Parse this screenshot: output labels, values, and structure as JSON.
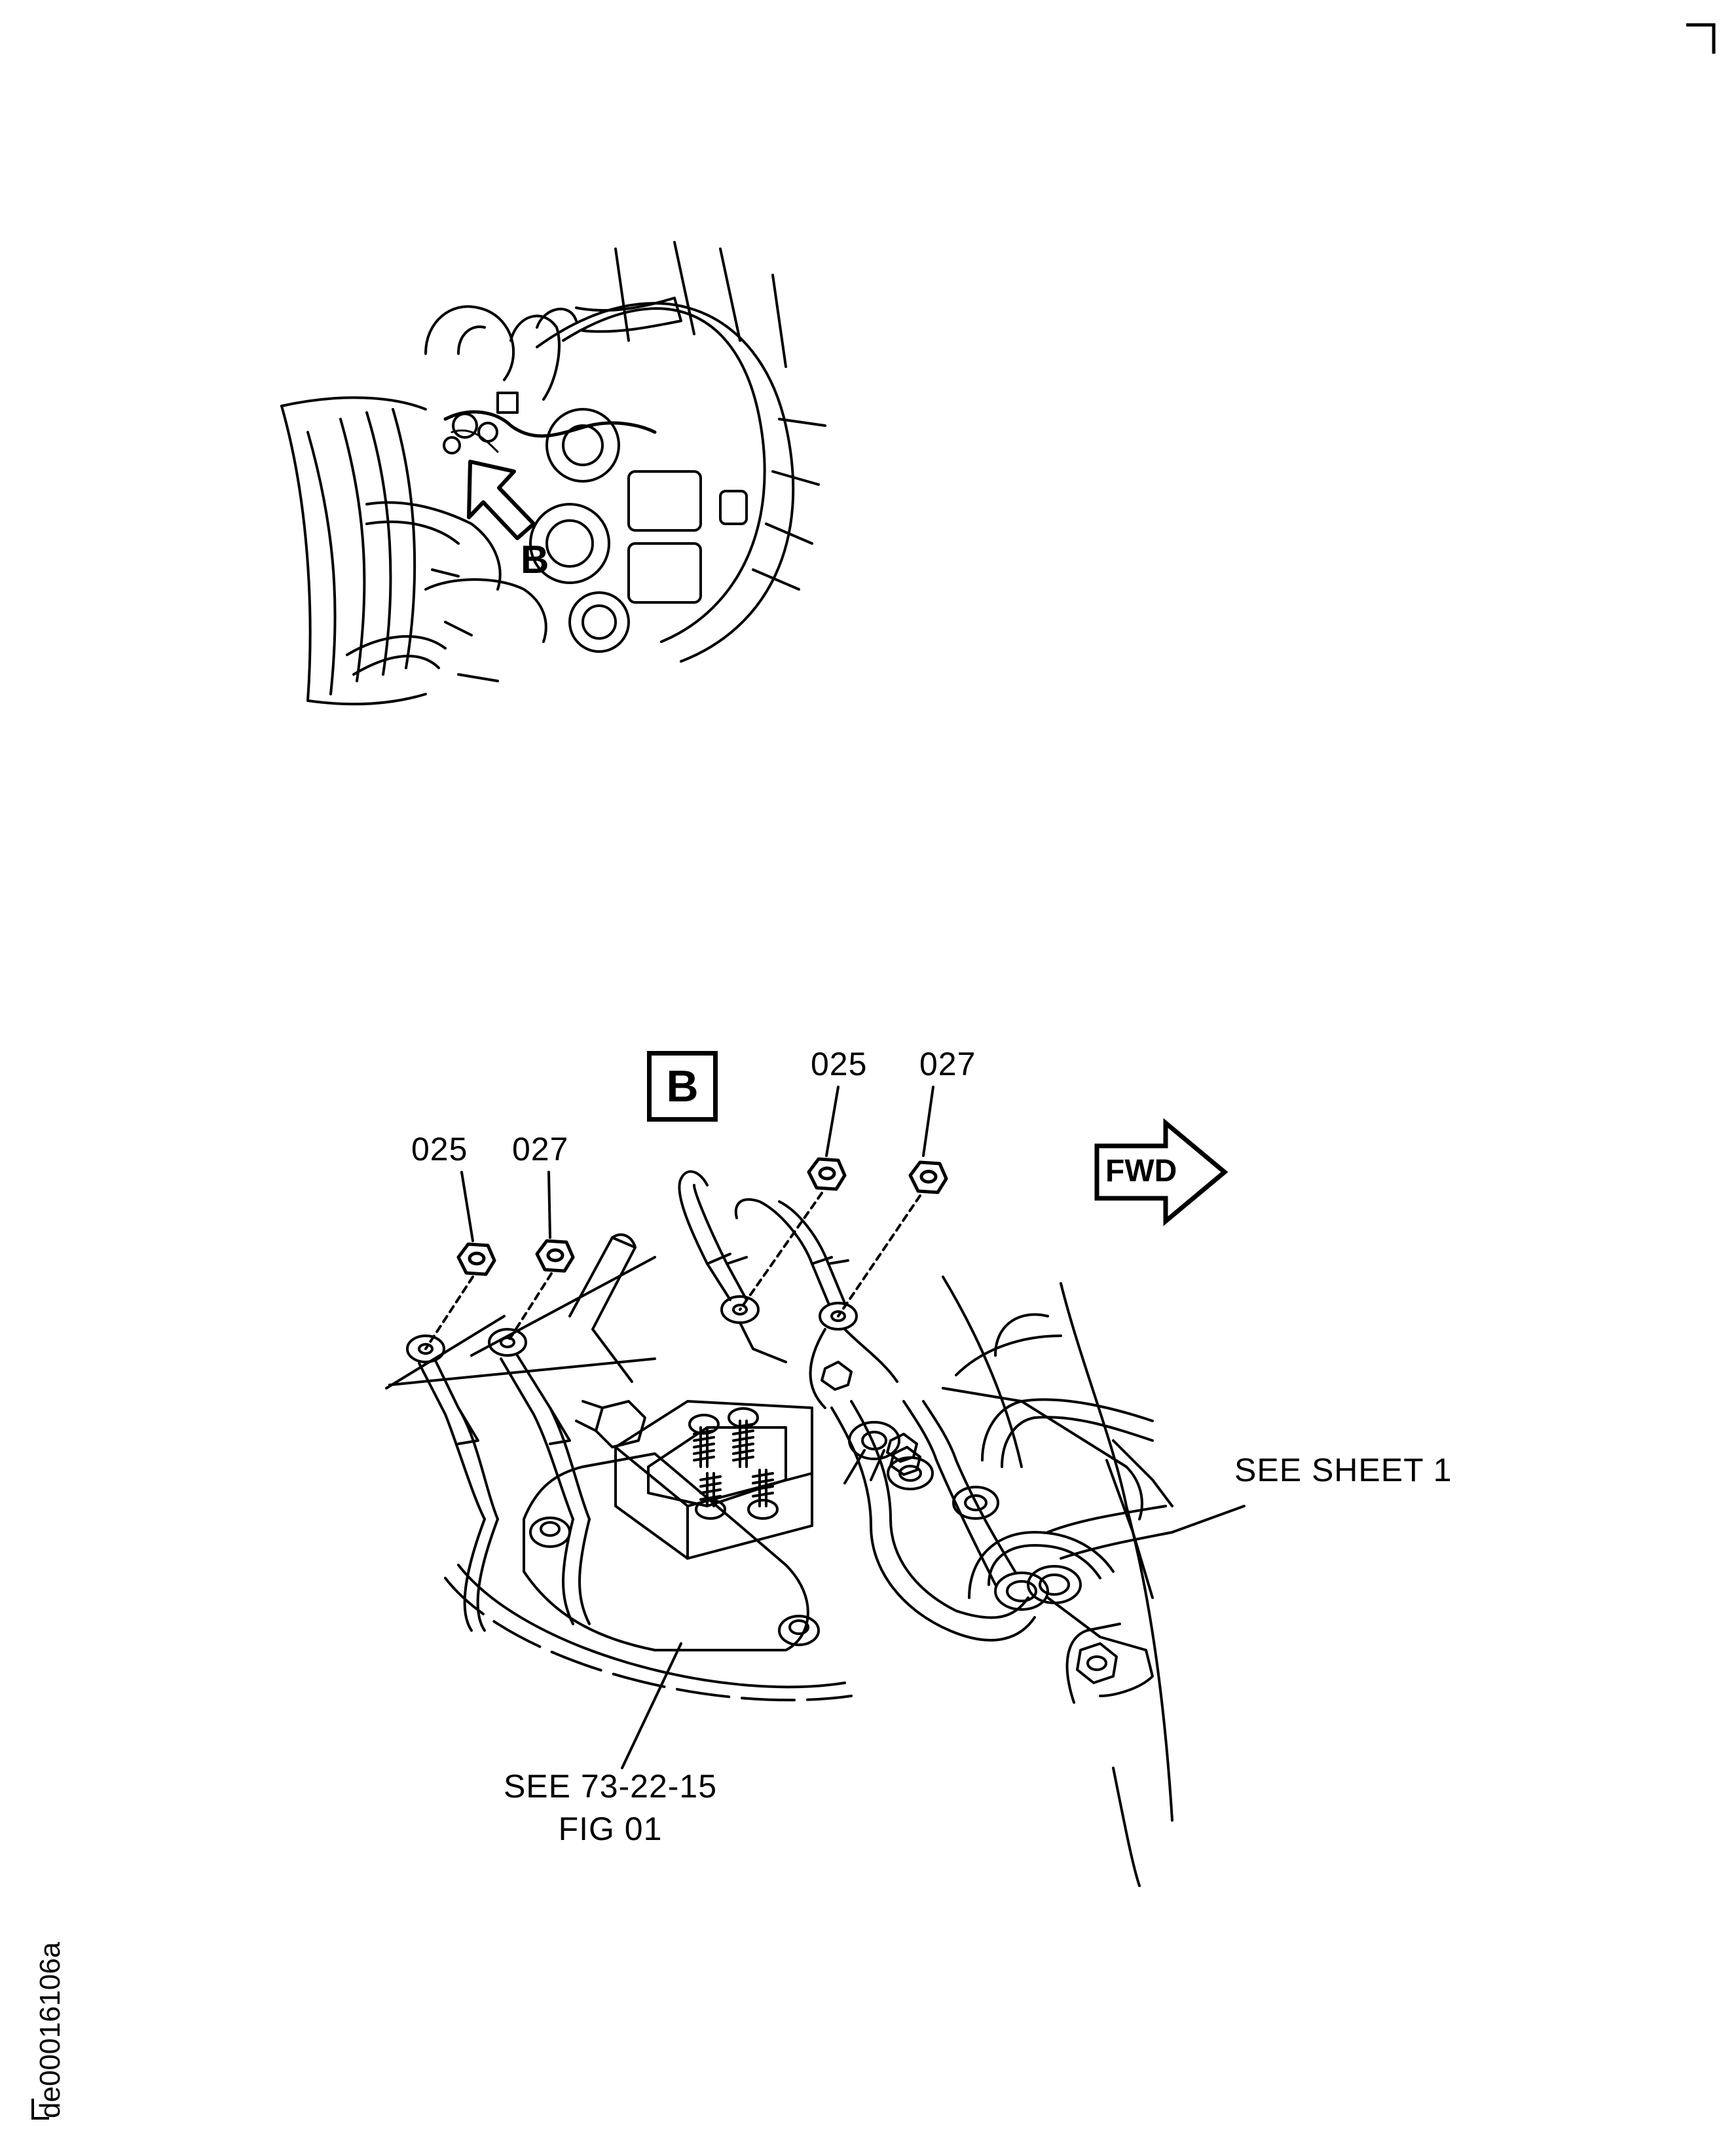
{
  "view_callout": {
    "letter": "B"
  },
  "detail_view": {
    "label": "B"
  },
  "callouts": {
    "left_nut_1": "025",
    "left_nut_2": "027",
    "right_nut_1": "025",
    "right_nut_2": "027"
  },
  "direction_arrow": {
    "label": "FWD"
  },
  "references": {
    "see_sheet": "SEE SHEET 1",
    "see_fig_line1": "SEE 73-22-15",
    "see_fig_line2": "FIG 01"
  },
  "document_id": "de00016106a",
  "colors": {
    "ink": "#000000",
    "paper": "#ffffff"
  }
}
